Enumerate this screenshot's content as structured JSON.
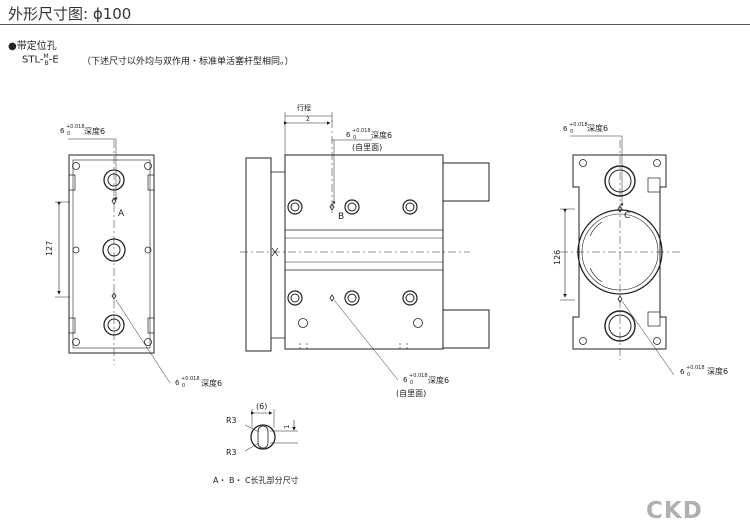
{
  "header": {
    "title": "外形尺寸图: ϕ100"
  },
  "section": {
    "bullet_title": "●带定位孔",
    "model_prefix": "STL-",
    "model_sup": "M",
    "model_sub": "B",
    "model_suffix": "-E",
    "note": "（下述尺寸以外均与双作用・标准单活塞杆型相同。）"
  },
  "left_view": {
    "top_callout_prefix": "6",
    "tolerance": "+0.018",
    "tolerance_zero": "0",
    "depth_label": "深度6",
    "label_a": "A",
    "dim_vertical": "127",
    "bottom_callout_prefix": "6",
    "bottom_depth_label": "深度6"
  },
  "middle_view": {
    "stroke_label": "行程",
    "stroke_value": "2",
    "top_callout_prefix": "6",
    "tolerance": "+0.018",
    "tolerance_zero": "0",
    "depth_label": "深度6",
    "back_face_label": "(自里面)",
    "label_b": "B",
    "bottom_callout_prefix": "6",
    "bottom_depth_label": "深度6",
    "bottom_back_face_label": "(自里面)"
  },
  "right_view": {
    "top_callout_prefix": "6",
    "tolerance": "+0.018",
    "tolerance_zero": "0",
    "depth_label": "深度6",
    "label_c": "C",
    "dim_vertical": "126",
    "bottom_callout_prefix": "6",
    "bottom_depth_label": "深度6"
  },
  "slot_detail": {
    "width_label": "(6)",
    "r_top": "R3",
    "r_bottom": "R3",
    "offset_label": "1"
  },
  "legend": {
    "text": "A・ B・ C长孔部分尺寸"
  },
  "brand": {
    "logo_text": "CKD"
  }
}
